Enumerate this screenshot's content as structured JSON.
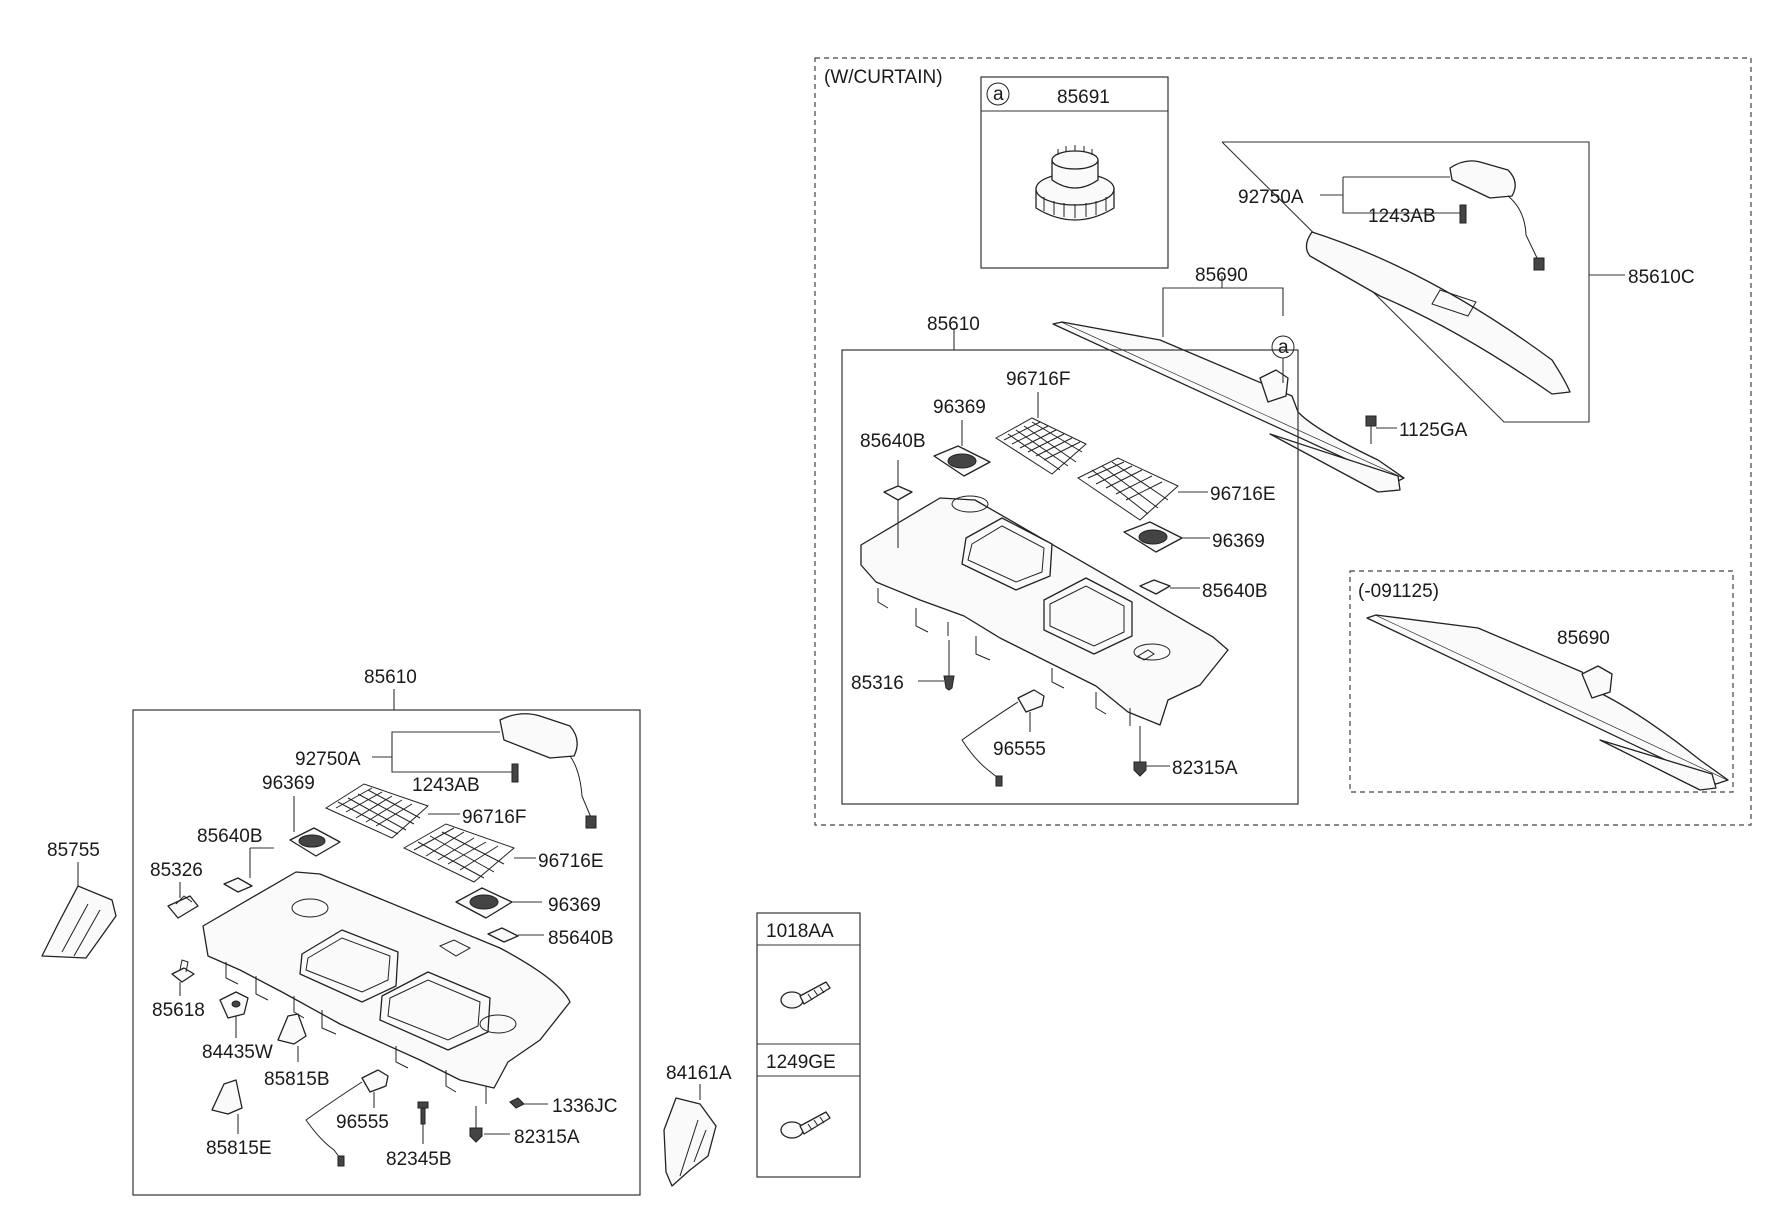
{
  "groups": {
    "curtain": "(W/CURTAIN)",
    "prior": "(-091125)"
  },
  "callout": {
    "letter": "a",
    "part": "85691"
  },
  "hardware": {
    "top": "1018AA",
    "bottom": "1249GE"
  },
  "labels": {
    "l85610_main": "85610",
    "l92750A_main": "92750A",
    "l1243AB_main": "1243AB",
    "l96369_main_a": "96369",
    "l96716F_main": "96716F",
    "l85640B_main_a": "85640B",
    "l96716E_main": "96716E",
    "l85326": "85326",
    "l96369_main_b": "96369",
    "l85640B_main_b": "85640B",
    "l85618": "85618",
    "l84435W": "84435W",
    "l85815B": "85815B",
    "l96555_main": "96555",
    "l1336JC": "1336JC",
    "l85815E": "85815E",
    "l82345B": "82345B",
    "l82315A_main": "82315A",
    "l85755": "85755",
    "l84161A": "84161A",
    "l92750A_c": "92750A",
    "l1243AB_c": "1243AB",
    "l85610C": "85610C",
    "l85690_c": "85690",
    "l85610_c": "85610",
    "l96716F_c": "96716F",
    "l96369_c_a": "96369",
    "l85640B_c_a": "85640B",
    "l1125GA": "1125GA",
    "l96716E_c": "96716E",
    "l96369_c_b": "96369",
    "l85640B_c_b": "85640B",
    "l85316": "85316",
    "l96555_c": "96555",
    "l82315A_c": "82315A",
    "l85690_prior": "85690"
  }
}
